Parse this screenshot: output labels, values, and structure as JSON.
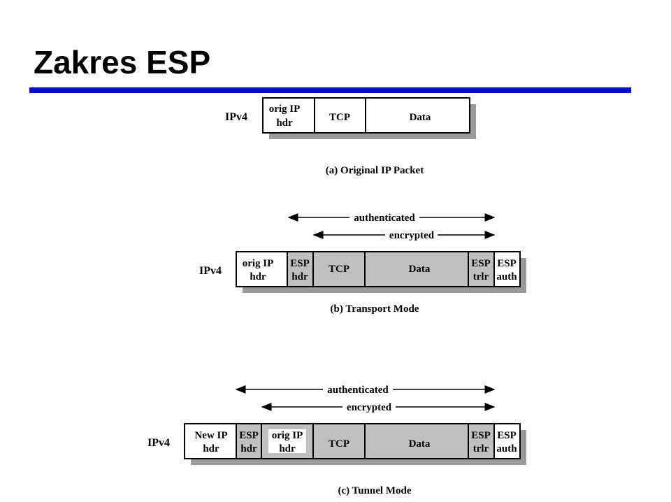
{
  "title": "Zakres ESP",
  "colors": {
    "accent_rule": "#0a0ad8",
    "field_white": "#ffffff",
    "field_gray": "#c0c0c0",
    "shadow": "#9a9a9a"
  },
  "diagrams": {
    "a": {
      "side_label": "IPv4",
      "caption": "(a) Original IP Packet",
      "fields": [
        {
          "line1": "orig IP",
          "line2": "hdr"
        },
        {
          "line1": "TCP",
          "line2": ""
        },
        {
          "line1": "Data",
          "line2": ""
        }
      ]
    },
    "b": {
      "side_label": "IPv4",
      "caption": "(b) Transport Mode",
      "authenticated": "authenticated",
      "encrypted": "encrypted",
      "fields": [
        {
          "line1": "orig IP",
          "line2": "hdr"
        },
        {
          "line1": "ESP",
          "line2": "hdr"
        },
        {
          "line1": "TCP",
          "line2": ""
        },
        {
          "line1": "Data",
          "line2": ""
        },
        {
          "line1": "ESP",
          "line2": "trlr"
        },
        {
          "line1": "ESP",
          "line2": "auth"
        }
      ]
    },
    "c": {
      "side_label": "IPv4",
      "caption": "(c) Tunnel Mode",
      "authenticated": "authenticated",
      "encrypted": "encrypted",
      "fields": [
        {
          "line1": "New IP",
          "line2": "hdr"
        },
        {
          "line1": "ESP",
          "line2": "hdr"
        },
        {
          "line1": "orig IP",
          "line2": "hdr"
        },
        {
          "line1": "TCP",
          "line2": ""
        },
        {
          "line1": "Data",
          "line2": ""
        },
        {
          "line1": "ESP",
          "line2": "trlr"
        },
        {
          "line1": "ESP",
          "line2": "auth"
        }
      ]
    }
  }
}
